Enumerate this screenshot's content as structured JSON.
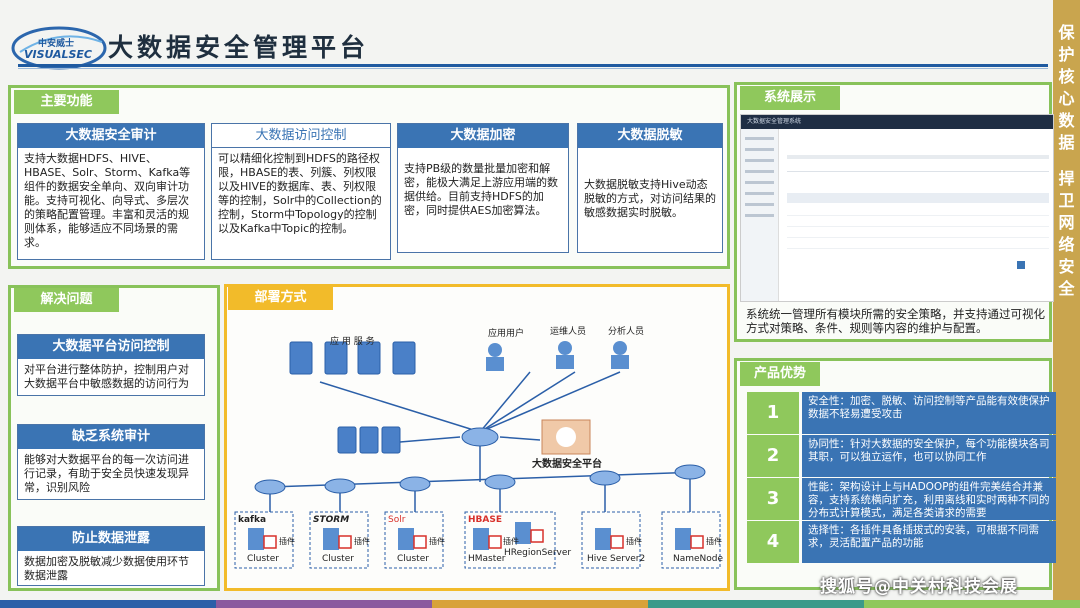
{
  "header": {
    "logo_cn": "中安威士",
    "logo_en": "VISUALSEC",
    "title": "大数据安全管理平台"
  },
  "side_strip": {
    "chars": [
      "保",
      "护",
      "核",
      "心",
      "数",
      "据",
      "",
      "捍",
      "卫",
      "网",
      "络",
      "安",
      "全"
    ]
  },
  "main_functions": {
    "tag": "主要功能",
    "features": [
      {
        "title": "大数据安全审计",
        "text": "支持大数据HDFS、HIVE、HBASE、Solr、Storm、Kafka等组件的数据安全单向、双向审计功能。支持可视化、向导式、多层次的策略配置管理。丰富和灵活的规则体系，能够适应不同场景的需求。"
      },
      {
        "title": "大数据访问控制",
        "text": "可以精细化控制到HDFS的路径权限，HBASE的表、列簇、列权限以及HIVE的数据库、表、列权限等的控制，Solr中的Collection的控制，Storm中Topology的控制以及Kafka中Topic的控制。"
      },
      {
        "title": "大数据加密",
        "text": "支持PB级的数量批量加密和解密，能极大满足上游应用端的数据供给。目前支持HDFS的加密，同时提供AES加密算法。"
      },
      {
        "title": "大数据脱敏",
        "text": "大数据脱敏支持Hive动态脱敏的方式，对访问结果的敏感数据实时脱敏。"
      }
    ]
  },
  "system_display": {
    "tag": "系统展示",
    "screen_title": "大数据安全管理系统",
    "caption": "系统统一管理所有模块所需的安全策略，并支持通过可视化方式对策略、条件、规则等内容的维护与配置。"
  },
  "solve_problems": {
    "tag": "解决问题",
    "items": [
      {
        "title": "大数据平台访问控制",
        "text": "对平台进行整体防护，控制用户对大数据平台中敏感数据的访问行为"
      },
      {
        "title": "缺乏系统审计",
        "text": "能够对大数据平台的每一次访问进行记录，有助于安全员快速发现异常，识别风险"
      },
      {
        "title": "防止数据泄露",
        "text": "数据加密及脱敏减少数据使用环节数据泄露"
      }
    ]
  },
  "deployment": {
    "tag": "部署方式",
    "app_services": "应 用 服 务",
    "app_users": "应用用户",
    "ops_staff": "运维人员",
    "analysts": "分析人员",
    "platform": "大数据安全平台",
    "plugin": "插件",
    "clusters": [
      {
        "logo": "kafka",
        "label": "Cluster"
      },
      {
        "logo": "STORM",
        "label": "Cluster"
      },
      {
        "logo": "Solr",
        "label": "Cluster"
      },
      {
        "logo": "HBASE",
        "label": "HMaster"
      },
      {
        "logo": "",
        "label": "HRegionServer"
      },
      {
        "logo": "",
        "label": "Hive Server2"
      },
      {
        "logo": "",
        "label": "NameNode"
      }
    ]
  },
  "advantages": {
    "tag": "产品优势",
    "items": [
      {
        "num": "1",
        "text": "安全性：加密、脱敏、访问控制等产品能有效使保护数据不轻易遭受攻击"
      },
      {
        "num": "2",
        "text": "协同性：针对大数据的安全保护，每个功能模块各司其职，可以独立运作，也可以协同工作"
      },
      {
        "num": "3",
        "text": "性能：架构设计上与HADOOP的组件完美结合并兼容，支持系统横向扩充，利用离线和实时两种不同的分布式计算模式，满足各类请求的需要"
      },
      {
        "num": "4",
        "text": "选择性：各插件具备插拔式的安装，可根据不同需求，灵活配置产品的功能"
      }
    ]
  },
  "watermark": "搜狐号@中关村科技会展",
  "colors": {
    "green": "#8fc85c",
    "blue": "#3a74b4",
    "gold": "#c9a54e",
    "orange": "#f2bb2a"
  }
}
